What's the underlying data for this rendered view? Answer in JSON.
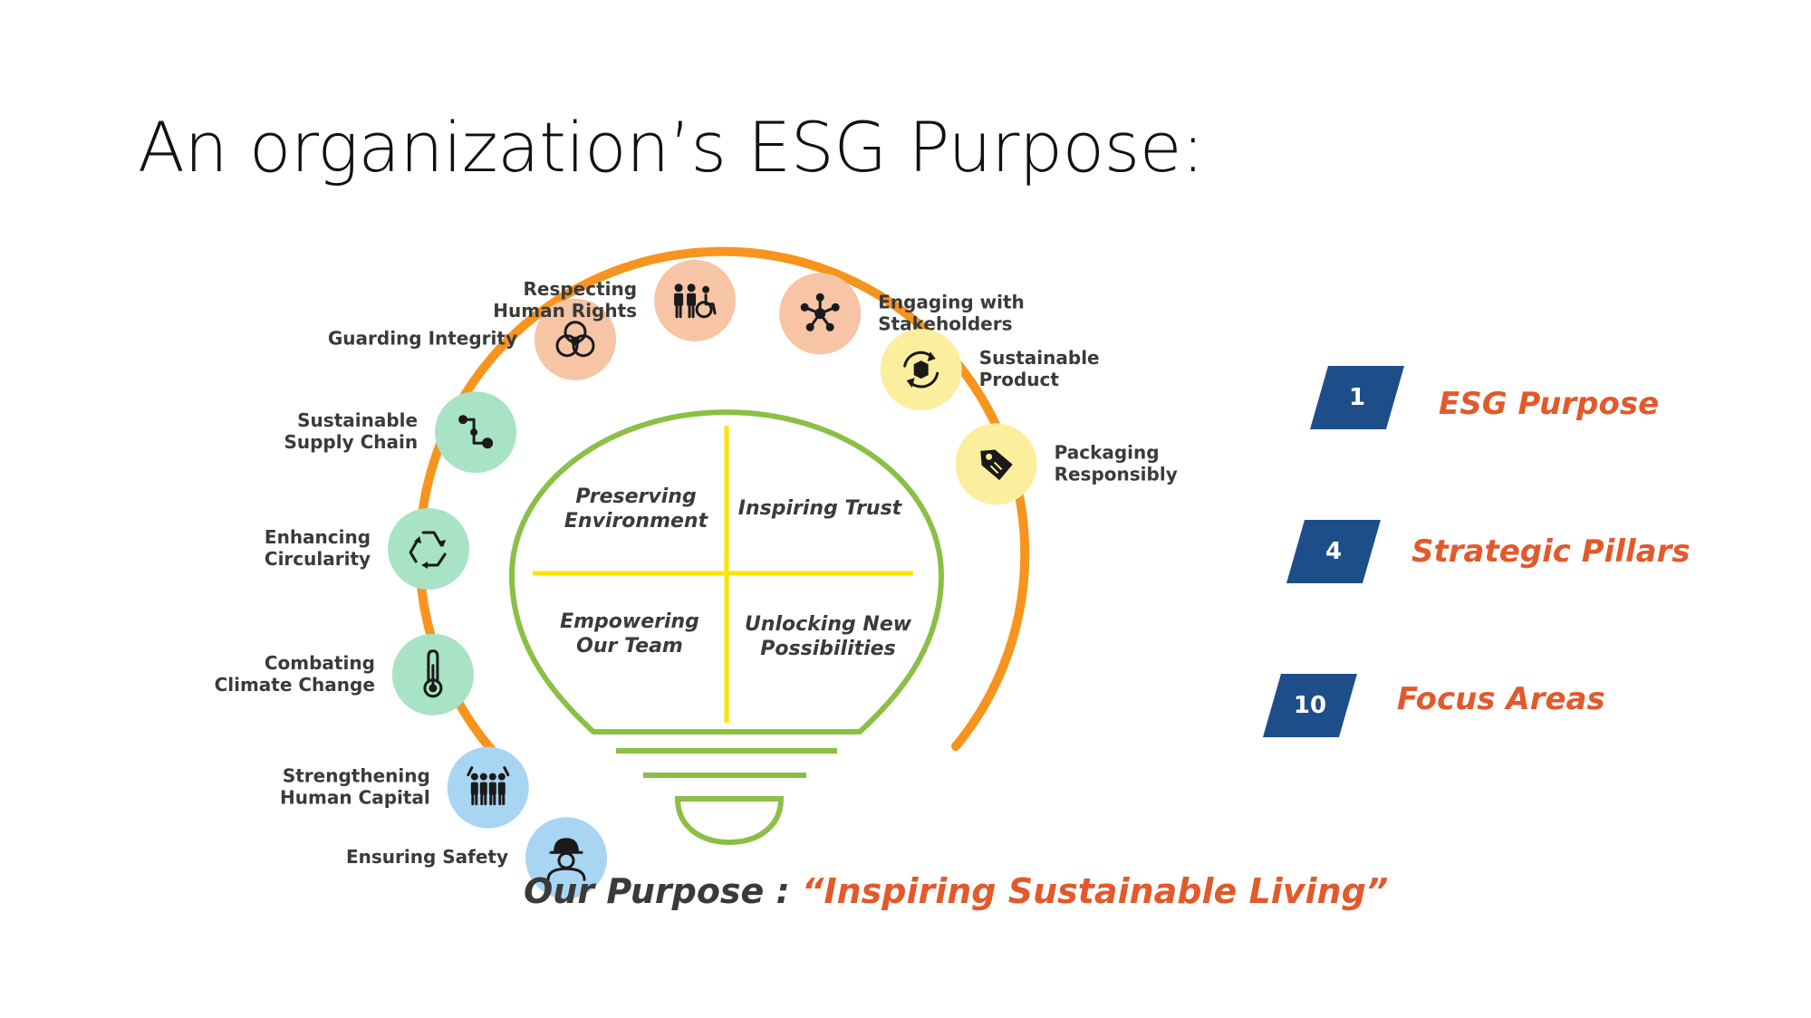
{
  "title": "An organization’s ESG Purpose:",
  "colors": {
    "arc": "#f7941d",
    "bulb_outline": "#8bbf45",
    "cross": "#ffe400",
    "badge": "#1d4e8a",
    "accent_text": "#e2592b",
    "label_text": "#3a3a3a"
  },
  "quadrants": [
    {
      "lines": [
        "Preserving",
        "Environment"
      ]
    },
    {
      "lines": [
        "Inspiring Trust"
      ]
    },
    {
      "lines": [
        "Empowering",
        "Our Team"
      ]
    },
    {
      "lines": [
        "Unlocking New",
        "Possibilities"
      ]
    }
  ],
  "focus_areas": [
    {
      "lines": [
        "Ensuring Safety"
      ],
      "icon": "worker-icon",
      "color": "#a8d5f2"
    },
    {
      "lines": [
        "Strengthening",
        "Human Capital"
      ],
      "icon": "team-icon",
      "color": "#a8d5f2"
    },
    {
      "lines": [
        "Combating",
        "Climate Change"
      ],
      "icon": "thermometer-icon",
      "color": "#a7e3c4"
    },
    {
      "lines": [
        "Enhancing",
        "Circularity"
      ],
      "icon": "recycle-icon",
      "color": "#a7e3c4"
    },
    {
      "lines": [
        "Sustainable",
        "Supply Chain"
      ],
      "icon": "supply-chain-icon",
      "color": "#a7e3c4"
    },
    {
      "lines": [
        "Guarding Integrity"
      ],
      "icon": "circles-icon",
      "color": "#f7c4a5"
    },
    {
      "lines": [
        "Respecting",
        "Human Rights"
      ],
      "icon": "people-icon",
      "color": "#f7c4a5"
    },
    {
      "lines": [
        "Engaging with",
        "Stakeholders"
      ],
      "icon": "network-icon",
      "color": "#f7c4a5"
    },
    {
      "lines": [
        "Sustainable",
        "Product"
      ],
      "icon": "product-cycle-icon",
      "color": "#fbef9e"
    },
    {
      "lines": [
        "Packaging",
        "Responsibly"
      ],
      "icon": "tag-icon",
      "color": "#fbef9e"
    }
  ],
  "purpose": {
    "label": "Our Purpose : ",
    "value": "“Inspiring Sustainable Living”"
  },
  "summary": [
    {
      "number": "1",
      "label": "ESG Purpose"
    },
    {
      "number": "4",
      "label": "Strategic Pillars"
    },
    {
      "number": "10",
      "label": "Focus Areas"
    }
  ]
}
